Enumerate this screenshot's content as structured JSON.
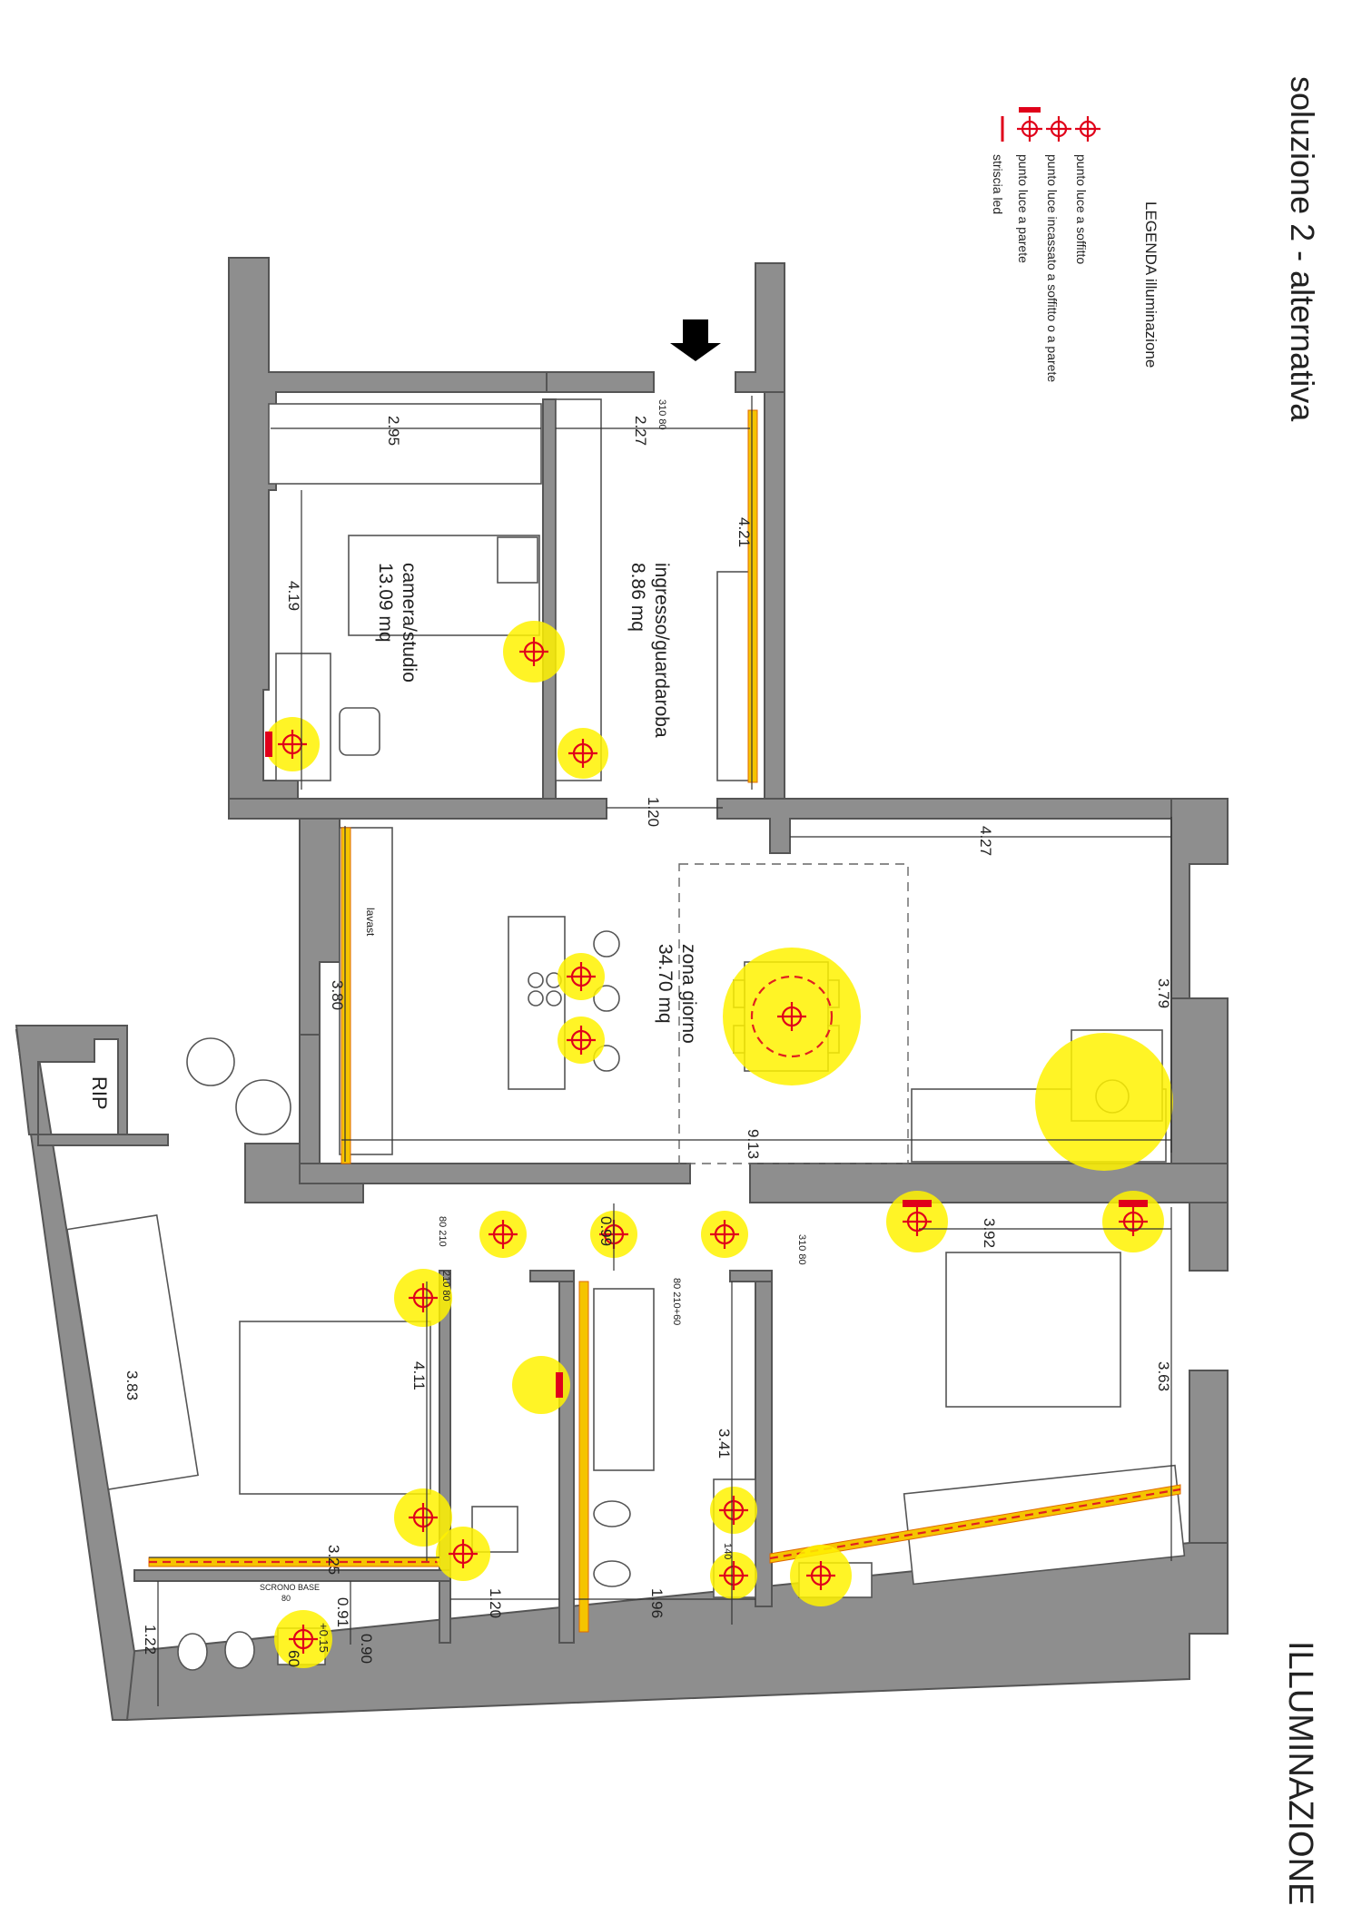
{
  "header": {
    "title": "soluzione 2 - alternativa",
    "subtitle": "ILLUMINAZIONE"
  },
  "legend": {
    "title": "LEGENDA illuminazione",
    "items": [
      {
        "icon": "ceiling-light-icon",
        "label": "punto luce a soffitto"
      },
      {
        "icon": "recessed-light-icon",
        "label": "punto luce incassato a soffitto o a parete"
      },
      {
        "icon": "wall-light-icon",
        "label": "punto luce a parete"
      },
      {
        "icon": "led-strip-icon",
        "label": "striscia led"
      }
    ]
  },
  "rooms": {
    "ingresso": {
      "name": "ingresso/guardaroba",
      "area": "8.86 mq"
    },
    "camera_studio": {
      "name": "camera/studio",
      "area": "13.09 mq"
    },
    "zona_giorno": {
      "name": "zona giorno",
      "area": "34.70 mq"
    },
    "rip": {
      "name": "RIP"
    }
  },
  "dimensions": {
    "d295": "2.95",
    "d227": "2.27",
    "d421": "4.21",
    "d419": "4.19",
    "d120a": "1.20",
    "d427": "4.27",
    "d379": "3.79",
    "d380": "3.80",
    "d913": "9.13",
    "d099": "0.99",
    "d392": "3.92",
    "d363": "3.63",
    "d411": "4.11",
    "d383": "3.83",
    "d341": "3.41",
    "d325": "3.25",
    "d120b": "1.20",
    "d196": "1.96",
    "d122": "1.22",
    "d091": "0.91",
    "d090": "0.90",
    "d060": "60",
    "d015": "+0.15"
  },
  "annotations": {
    "lavast": "lavast",
    "door_80_210": "80  210",
    "door_210_80": "210  80",
    "door_310_80a": "310  80",
    "door_310_80b": "310  80",
    "door_80_210_60": "80  210+60",
    "sink_140": "140",
    "scrono": "SCRONO BASE",
    "base_80": "80"
  },
  "colors": {
    "wall": "#8e8e8e",
    "light_glow": "#fff200",
    "lamp_symbol": "#e0001a",
    "led_strip": "#f5c400"
  }
}
